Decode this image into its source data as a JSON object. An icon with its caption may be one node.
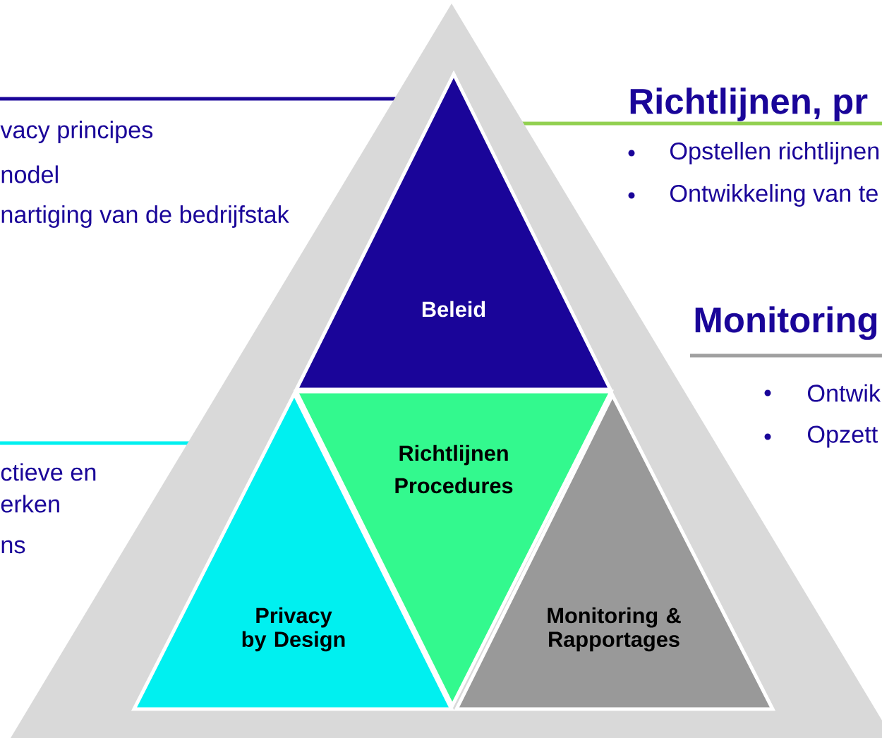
{
  "diagram": {
    "nodes": [
      {
        "text": [],
        "shape": "triangle"
      },
      {
        "text": [
          "Beleid"
        ],
        "in": 0
      },
      {
        "text": [
          "Richtlijnen Procedures"
        ],
        "in": 0
      },
      {
        "text": [
          "Privacy by Design"
        ],
        "in": 0
      },
      {
        "text": [
          "Monitoring & Rapportages"
        ],
        "in": 0
      }
    ],
    "labels": [
      "vacy principes",
      "nodel",
      "nartiging van de bedrijfstak",
      "Richtlijnen, pr",
      "Opstellen richtlijnen",
      "Ontwikkeling van te",
      "Monitoring",
      "Ontwik",
      "Opzett",
      "ctieve en",
      "erken",
      "ns"
    ]
  }
}
